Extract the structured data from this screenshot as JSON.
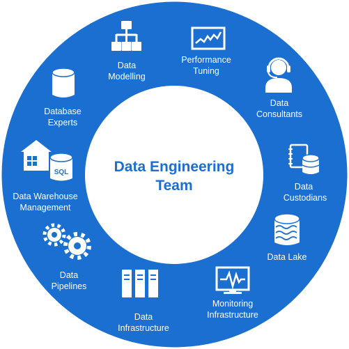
{
  "center": {
    "title_line1": "Data Engineering",
    "title_line2": "Team"
  },
  "colors": {
    "ring": "#1a6fd1",
    "center_fill": "#ffffff",
    "icon": "#ffffff",
    "title": "#1a6fd1"
  },
  "segments": [
    {
      "icon": "hierarchy-icon",
      "line1": "Data",
      "line2": "Modelling"
    },
    {
      "icon": "performance-chart-icon",
      "line1": "Performance",
      "line2": "Tuning"
    },
    {
      "icon": "headset-person-icon",
      "line1": "Data",
      "line2": "Consultants"
    },
    {
      "icon": "notebook-database-icon",
      "line1": "Data",
      "line2": "Custodians"
    },
    {
      "icon": "database-waves-icon",
      "line1": "Data Lake",
      "line2": ""
    },
    {
      "icon": "monitor-pulse-icon",
      "line1": "Monitoring",
      "line2": "Infrastructure"
    },
    {
      "icon": "server-racks-icon",
      "line1": "Data",
      "line2": "Infrastructure"
    },
    {
      "icon": "gears-icon",
      "line1": "Data",
      "line2": "Pipelines"
    },
    {
      "icon": "warehouse-sql-icon",
      "line1": "Data Warehouse",
      "line2": "Management"
    },
    {
      "icon": "database-cylinder-icon",
      "line1": "Database",
      "line2": "Experts"
    }
  ]
}
